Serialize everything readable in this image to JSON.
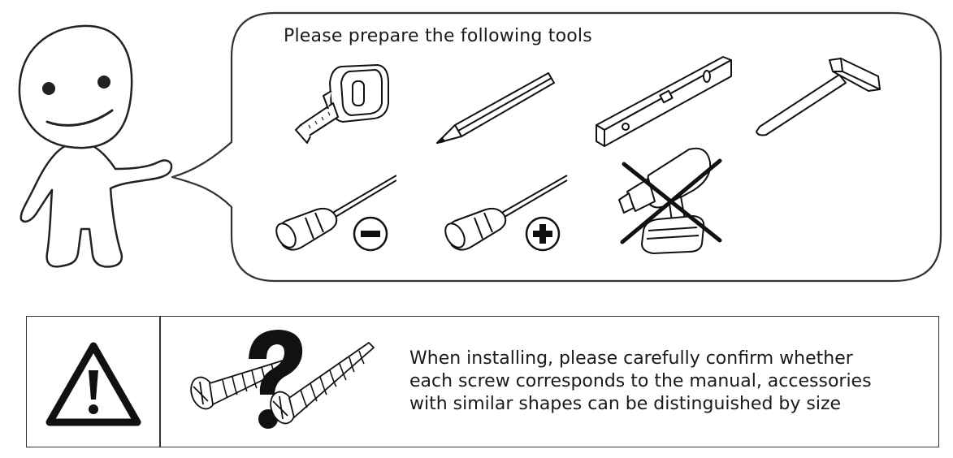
{
  "bubble": {
    "title": "Please prepare the following tools"
  },
  "tools": [
    {
      "icon": "tape-measure-icon"
    },
    {
      "icon": "pencil-icon"
    },
    {
      "icon": "spirit-level-icon"
    },
    {
      "icon": "hammer-icon"
    },
    {
      "icon": "flathead-screwdriver-icon"
    },
    {
      "icon": "phillips-screwdriver-icon"
    },
    {
      "icon": "power-drill-crossed-out-icon"
    }
  ],
  "notice": {
    "lines": [
      "When installing, please carefully confirm whether",
      "each screw corresponds to the manual, accessories",
      "with similar shapes can be distinguished by size"
    ]
  }
}
